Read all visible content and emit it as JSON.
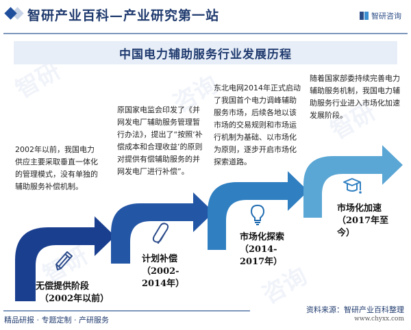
{
  "header": {
    "title": "智研产业百科—产业研究第一站",
    "brand": "智研咨询"
  },
  "banner": {
    "title": "中国电力辅助服务行业发展历程"
  },
  "stages": [
    {
      "name": "无偿提供阶段",
      "period": "（2002年以前）",
      "icon": "pencil-icon",
      "color": "#1a3f8f",
      "description": "2002年以前，我国电力供应主要采取垂直一体化的管理模式，没有单独的辅助服务补偿机制。"
    },
    {
      "name": "计划补偿",
      "period": "（2002-2014年）",
      "icon": "paperclip-icon",
      "color": "#2456a6",
      "description": "原国家电监会印发了《并网发电厂辅助服务管理暂行办法》，提出了“按照‘补偿成本和合理收益’的原则对提供有偿辅助服务的并网发电厂进行补偿”。"
    },
    {
      "name": "市场化探索",
      "period": "（2014-2017年）",
      "icon": "lightbulb-icon",
      "color": "#2f7fc1",
      "description": "东北电网2014年正式启动了我国首个电力调峰辅助服务市场，后续各地以该市场的交易规则和市场运行机制为基础、以市场化为原则，逐步开启市场化探索道路。"
    },
    {
      "name": "市场化加速",
      "period": "（2017年至今）",
      "icon": "graduation-cap-icon",
      "color": "#5aa6d4",
      "description": "随着国家部委持续完善电力辅助服务机制，我国电力辅助服务行业进入市场化加速发展阶段。"
    }
  ],
  "footer": {
    "tagline": "精品研报 · 专题定制 · 产研服务",
    "source": "资料来源：智研产业百科整理",
    "url": "www.chyxx.com"
  }
}
